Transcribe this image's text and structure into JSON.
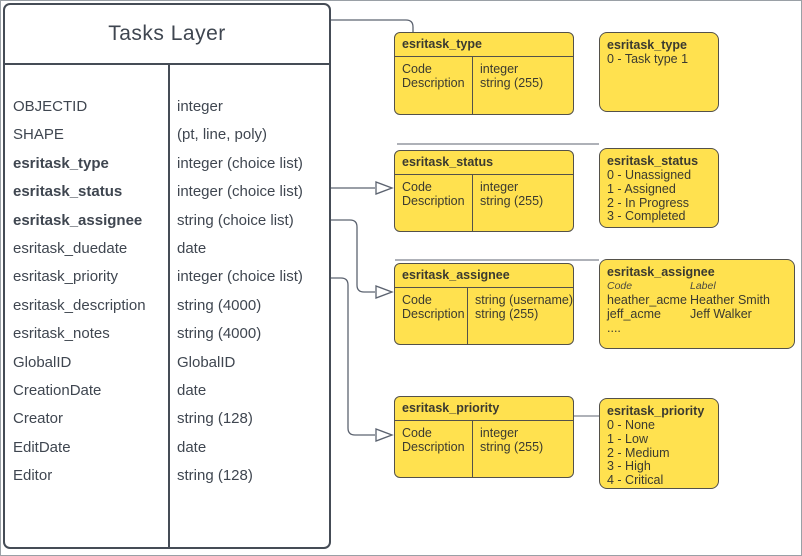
{
  "table": {
    "title": "Tasks Layer",
    "rows": [
      {
        "name": "OBJECTID",
        "type": "integer"
      },
      {
        "name": "SHAPE",
        "type": "(pt, line, poly)"
      },
      {
        "name": "esritask_type",
        "type": "integer (choice list)"
      },
      {
        "name": "esritask_status",
        "type": "integer (choice list)"
      },
      {
        "name": "esritask_assignee",
        "type": "string (choice list)"
      },
      {
        "name": "esritask_duedate",
        "type": "date"
      },
      {
        "name": "esritask_priority",
        "type": "integer (choice list)"
      },
      {
        "name": "esritask_description",
        "type": "string (4000)"
      },
      {
        "name": "esritask_notes",
        "type": "string (4000)"
      },
      {
        "name": "GlobalID",
        "type": "GlobalID"
      },
      {
        "name": "CreationDate",
        "type": "date"
      },
      {
        "name": "Creator",
        "type": "string (128)"
      },
      {
        "name": "EditDate",
        "type": "date"
      },
      {
        "name": "Editor",
        "type": "string (128)"
      }
    ]
  },
  "structure_boxes": {
    "type": {
      "title": "esritask_type",
      "field1": "Code",
      "field2": "Description",
      "type1": "integer",
      "type2": "string (255)"
    },
    "status": {
      "title": "esritask_status",
      "field1": "Code",
      "field2": "Description",
      "type1": "integer",
      "type2": "string (255)"
    },
    "assignee": {
      "title": "esritask_assignee",
      "field1": "Code",
      "field2": "Description",
      "type1": "string (username)",
      "type2": "string (255)"
    },
    "priority": {
      "title": "esritask_priority",
      "field1": "Code",
      "field2": "Description",
      "type1": "integer",
      "type2": "string (255)"
    }
  },
  "value_boxes": {
    "type": {
      "title": "esritask_type",
      "values": [
        "0 - Task type 1"
      ]
    },
    "status": {
      "title": "esritask_status",
      "values": [
        "0 - Unassigned",
        "1 - Assigned",
        "2 - In Progress",
        "3 - Completed"
      ]
    },
    "assignee": {
      "title": "esritask_assignee",
      "code_header": "Code",
      "label_header": "Label",
      "rows": [
        {
          "code": "heather_acme",
          "label": "Heather Smith"
        },
        {
          "code": "jeff_acme",
          "label": "Jeff Walker"
        }
      ],
      "more": "...."
    },
    "priority": {
      "title": "esritask_priority",
      "values": [
        "0 - None",
        "1 - Low",
        "2 - Medium",
        "3 - High",
        "4 - Critical"
      ]
    }
  },
  "colors": {
    "box_fill": "#FFE14F",
    "box_border": "#53514A",
    "table_border": "#454C56",
    "connector": "#5C6370"
  }
}
